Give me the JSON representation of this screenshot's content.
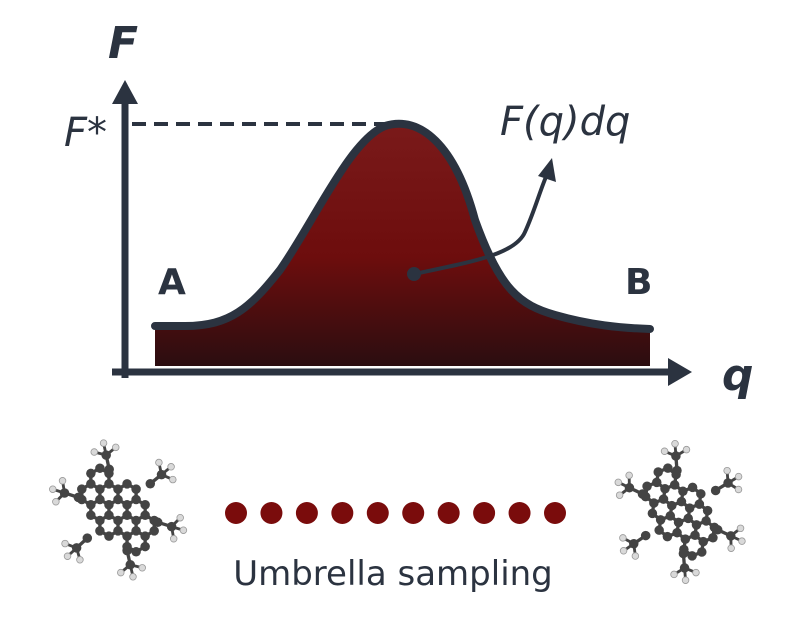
{
  "colors": {
    "axis": "#2b3340",
    "curve_outline": "#2b3340",
    "fill_top": "#7a1a1a",
    "fill_mid": "#6d0d0d",
    "fill_bottom": "#2b0d10",
    "dots": "#7a0c0c",
    "atom": "#444444",
    "hydrogen": "#d9d9d9"
  },
  "labels": {
    "y_axis": "F",
    "x_axis": "q",
    "peak": "F*",
    "integral": "F(q)dq",
    "state_a": "A",
    "state_b": "B",
    "caption": "Umbrella sampling"
  },
  "icons": {
    "left_molecule": "molecule-icon",
    "right_molecule": "molecule-icon"
  },
  "sampling_dots": 10
}
